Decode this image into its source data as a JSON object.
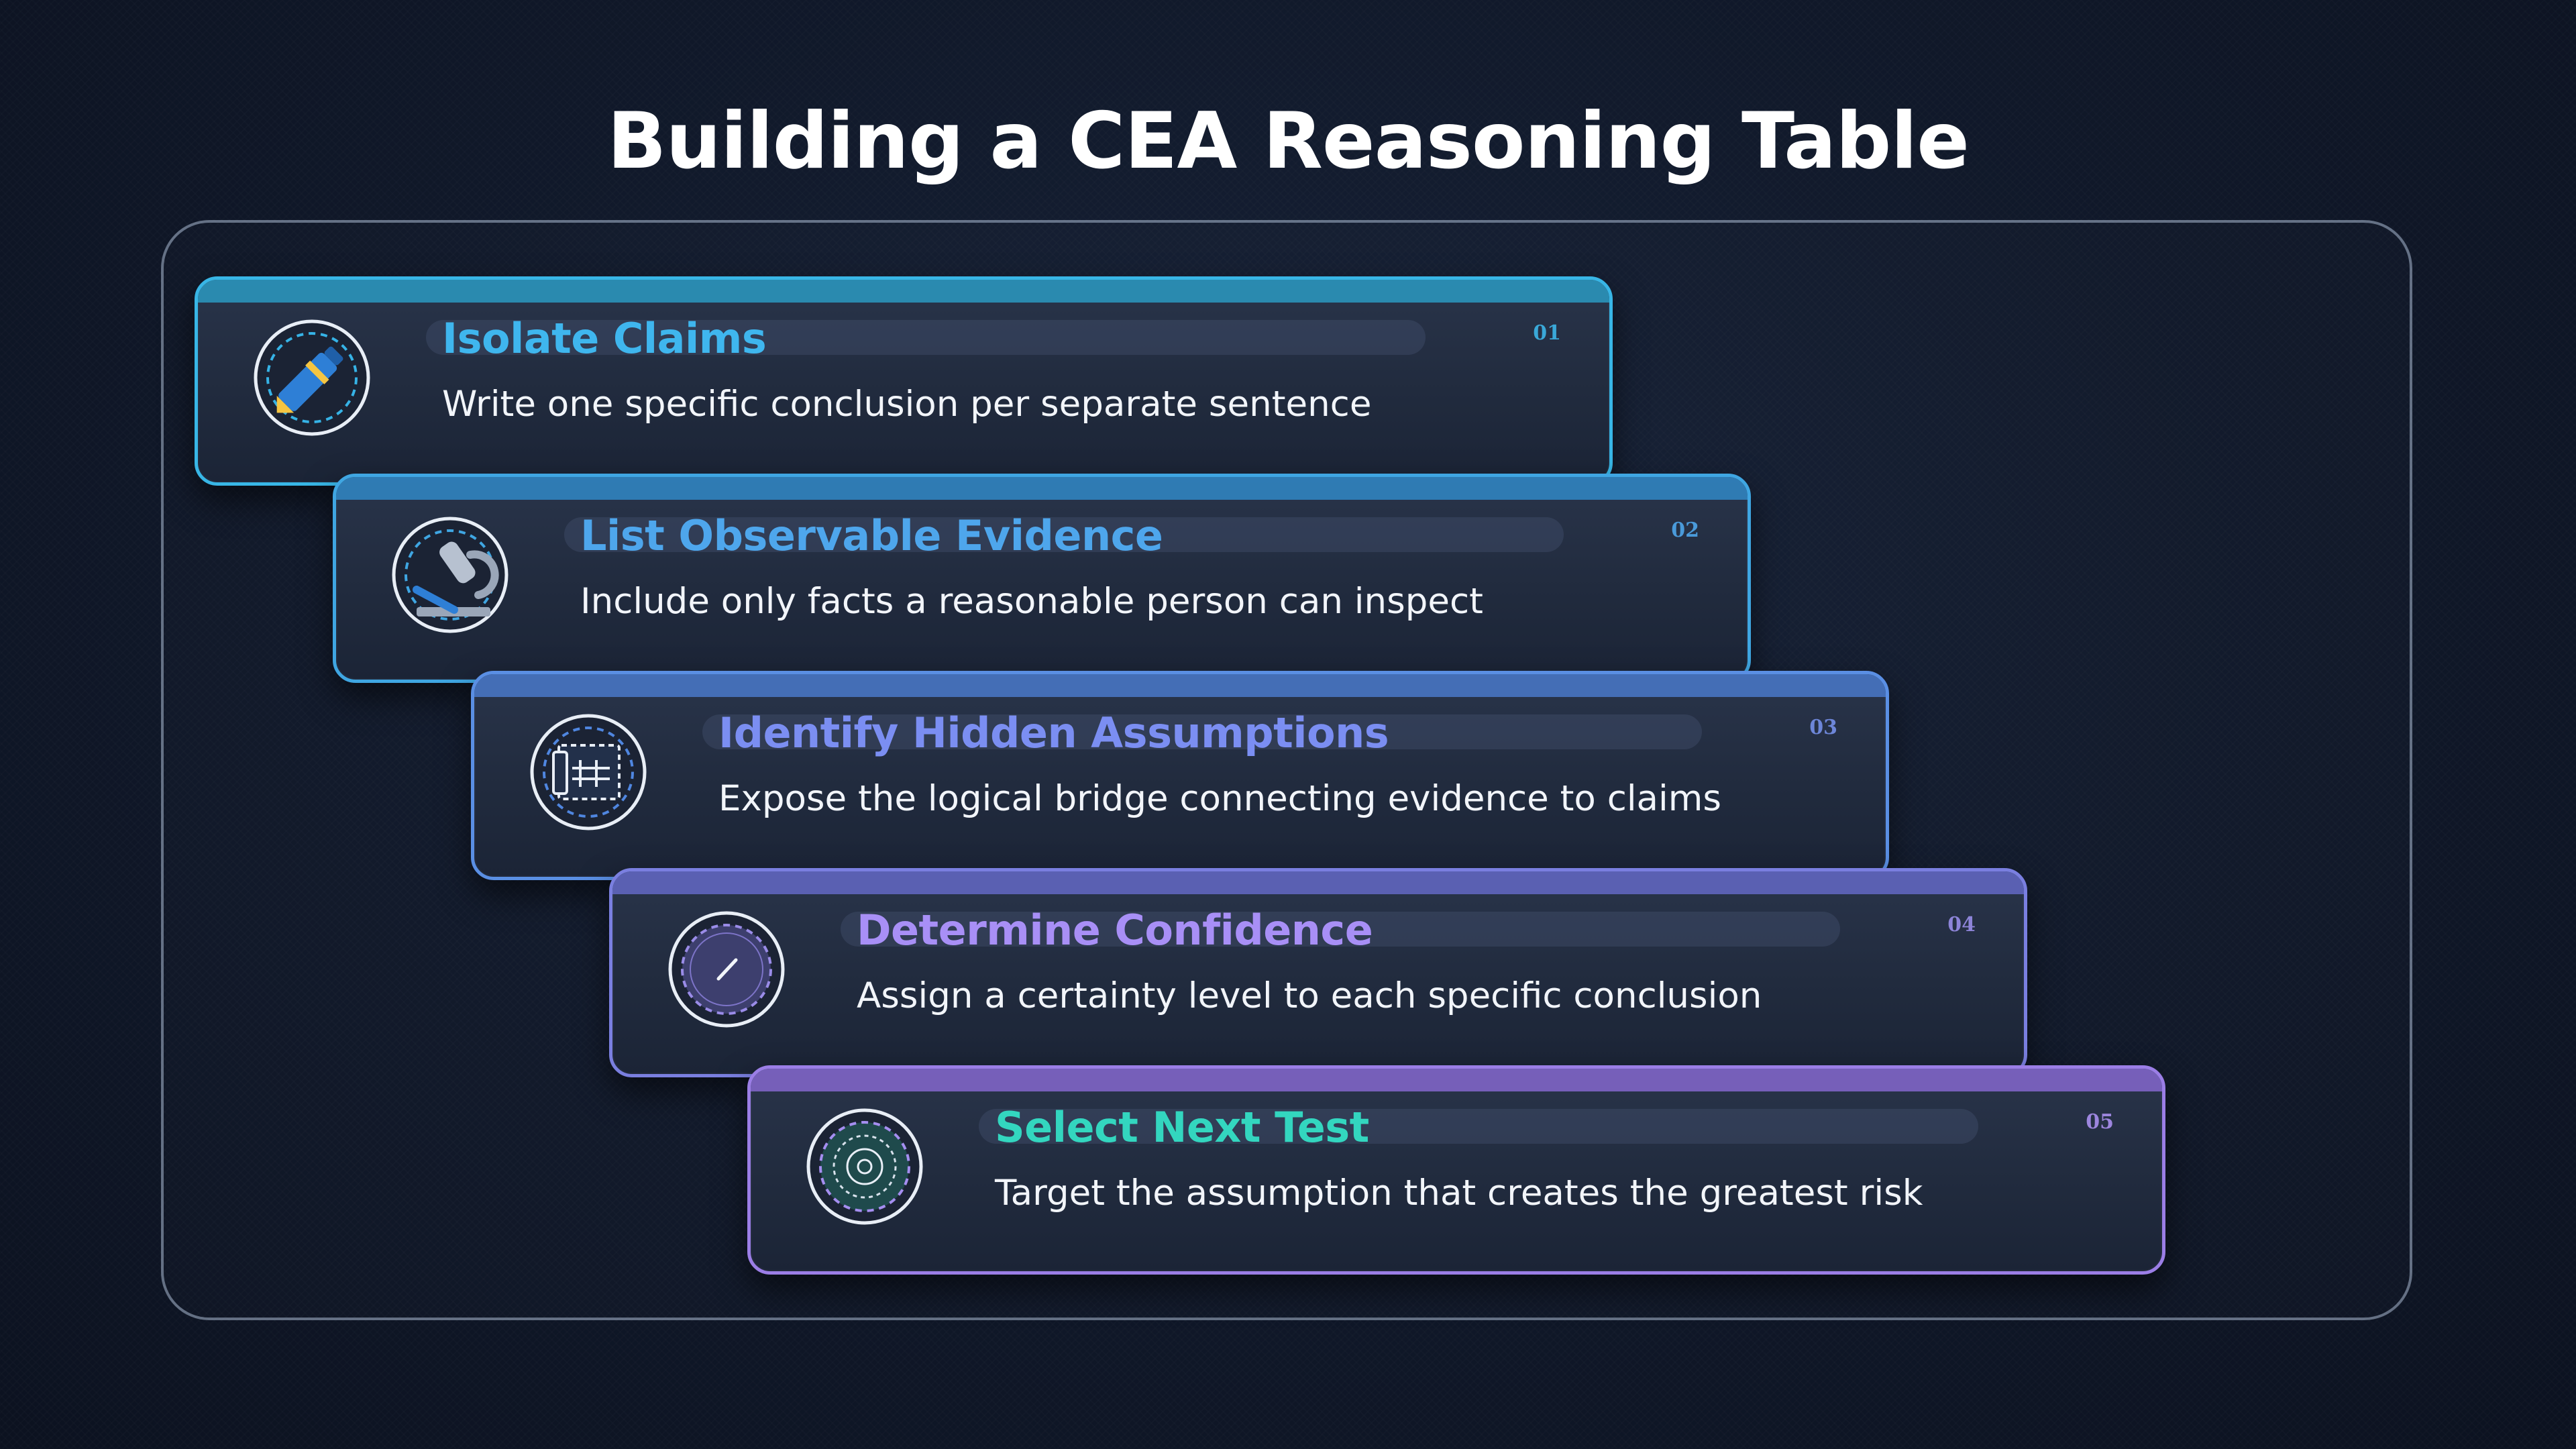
{
  "title": "Building a CEA Reasoning Table",
  "steps": [
    {
      "number": "01",
      "heading": "Isolate Claims",
      "description": "Write one specific conclusion per separate sentence",
      "icon": "pen-icon",
      "accent": "#38b6e6",
      "bar": "#2a8fb5",
      "title_color": "#3fb6ee",
      "num_color": "#3aa8d8"
    },
    {
      "number": "02",
      "heading": "List Observable Evidence",
      "description": "Include only facts a reasonable person can inspect",
      "icon": "microscope-icon",
      "accent": "#3fa6e2",
      "bar": "#2f7fb9",
      "title_color": "#4ea6ec",
      "num_color": "#4a9ada"
    },
    {
      "number": "03",
      "heading": "Identify Hidden Assumptions",
      "description": "Expose the logical bridge connecting evidence to claims",
      "icon": "blueprint-icon",
      "accent": "#5a8fe4",
      "bar": "#4672bd",
      "title_color": "#7b8ef2",
      "num_color": "#6d86d8"
    },
    {
      "number": "04",
      "heading": "Determine Confidence",
      "description": "Assign a certainty level to each specific conclusion",
      "icon": "gauge-icon",
      "accent": "#7a7fe0",
      "bar": "#5d63b8",
      "title_color": "#a88ff6",
      "num_color": "#8d84d8"
    },
    {
      "number": "05",
      "heading": "Select Next Test",
      "description": "Target the assumption that creates the greatest risk",
      "icon": "target-icon",
      "accent": "#9b7ee6",
      "bar": "#7a62c0",
      "title_color": "#33d6bf",
      "num_color": "#9d86de"
    }
  ]
}
